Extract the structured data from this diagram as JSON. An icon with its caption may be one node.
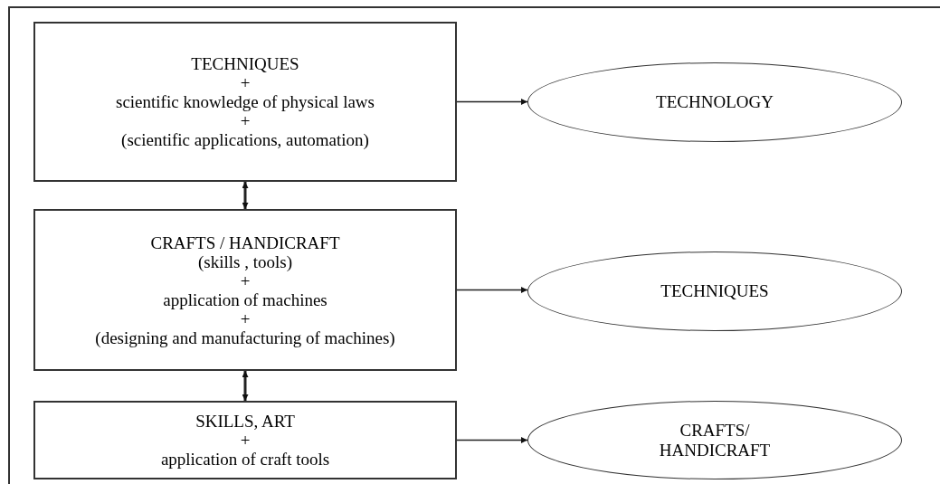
{
  "diagram": {
    "nodes": [
      {
        "text": [
          "TECHNIQUES",
          "+",
          "scientific knowledge of physical laws",
          "+",
          "(scientific applications, automation)"
        ]
      },
      {
        "text": [
          "TECHNOLOGY"
        ]
      },
      {
        "text": [
          "CRAFTS / HANDICRAFT",
          "(skills , tools)",
          "+",
          "application of machines",
          "+",
          "(designing and manufacturing of machines)"
        ]
      },
      {
        "text": [
          "TECHNIQUES"
        ]
      },
      {
        "text": [
          "SKILLS, ART",
          "+",
          "application of craft tools"
        ]
      },
      {
        "text": [
          "CRAFTS/ HANDICRAFT"
        ]
      }
    ],
    "edges": [
      {
        "from": 0,
        "to": 1,
        "arrow": "to"
      },
      {
        "from": 0,
        "to": 2,
        "arrow": "both"
      },
      {
        "from": 2,
        "to": 3,
        "arrow": "to"
      },
      {
        "from": 2,
        "to": 4,
        "arrow": "both"
      },
      {
        "from": 4,
        "to": 5,
        "arrow": "to"
      }
    ]
  }
}
